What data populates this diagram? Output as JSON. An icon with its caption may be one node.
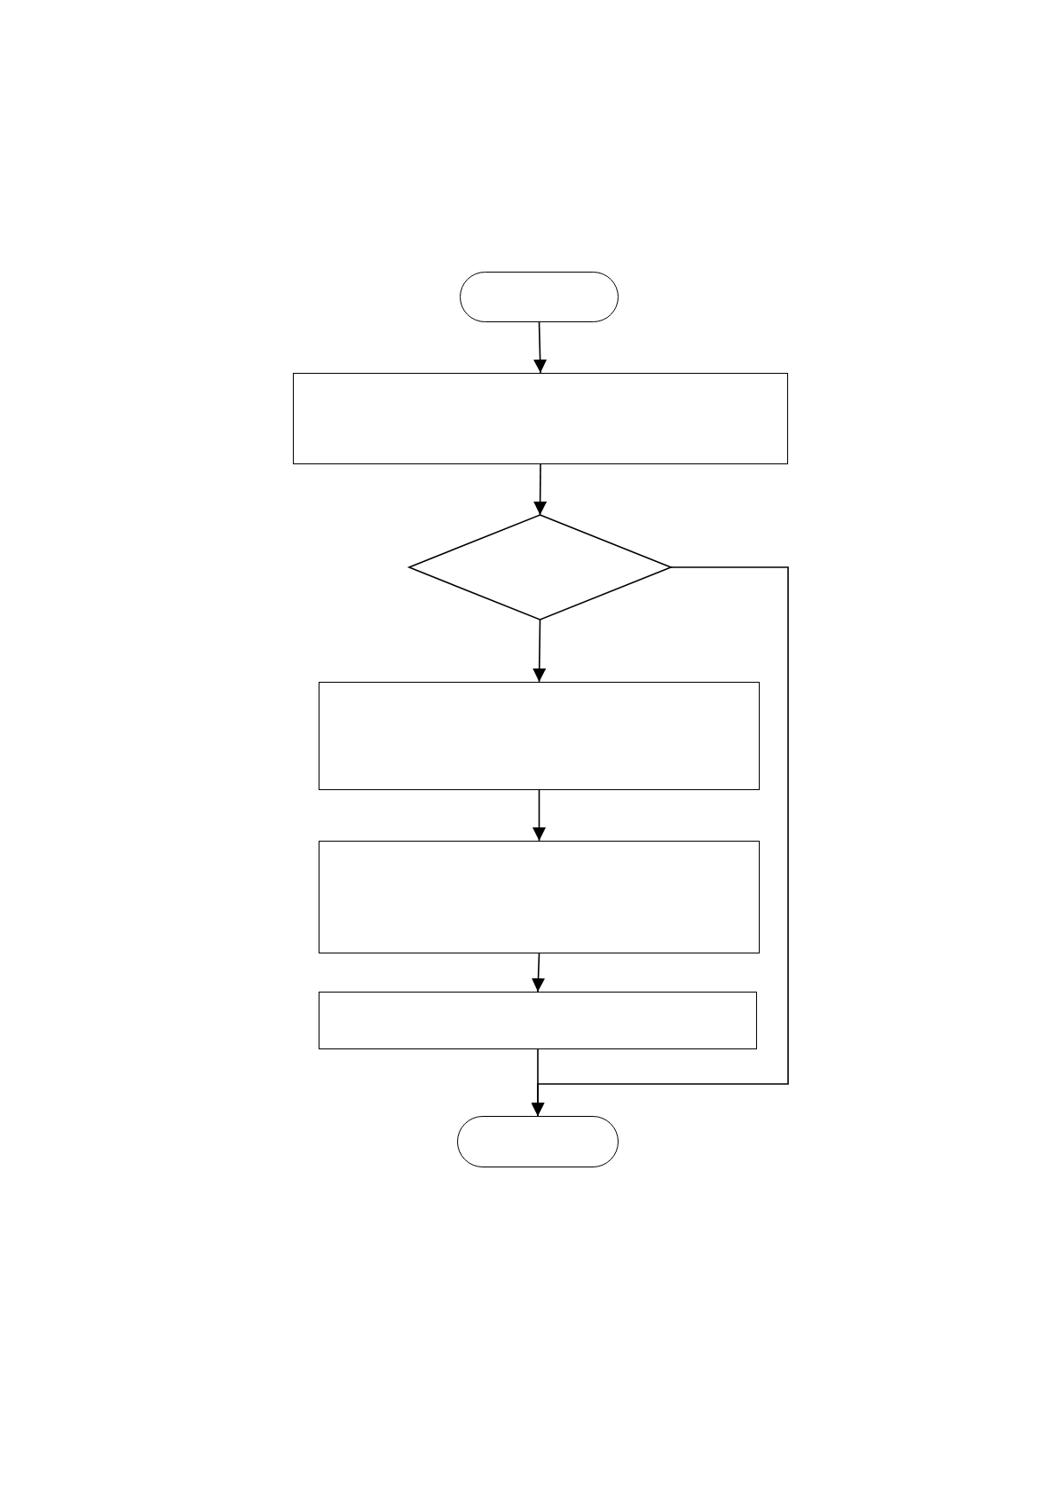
{
  "diagram": {
    "nodes": [
      {
        "text": [],
        "shape": "oval"
      },
      {
        "text": [],
        "shape": "box"
      },
      {
        "text": [],
        "shape": "diamond"
      },
      {
        "text": [],
        "shape": "box"
      },
      {
        "text": [],
        "shape": "box"
      },
      {
        "text": [],
        "shape": "box"
      },
      {
        "text": [],
        "shape": "oval"
      }
    ],
    "edges": [
      {
        "from": 0,
        "to": 1,
        "arrow": "to"
      },
      {
        "from": 1,
        "to": 2,
        "arrow": "to"
      },
      {
        "from": 2,
        "to": 3,
        "arrow": "to"
      },
      {
        "from": 3,
        "to": 4,
        "arrow": "to"
      },
      {
        "from": 4,
        "to": 5,
        "arrow": "to"
      },
      {
        "from": 5,
        "to": 6,
        "arrow": "to"
      },
      {
        "from": 2,
        "to": 6,
        "arrow": "to"
      }
    ]
  }
}
